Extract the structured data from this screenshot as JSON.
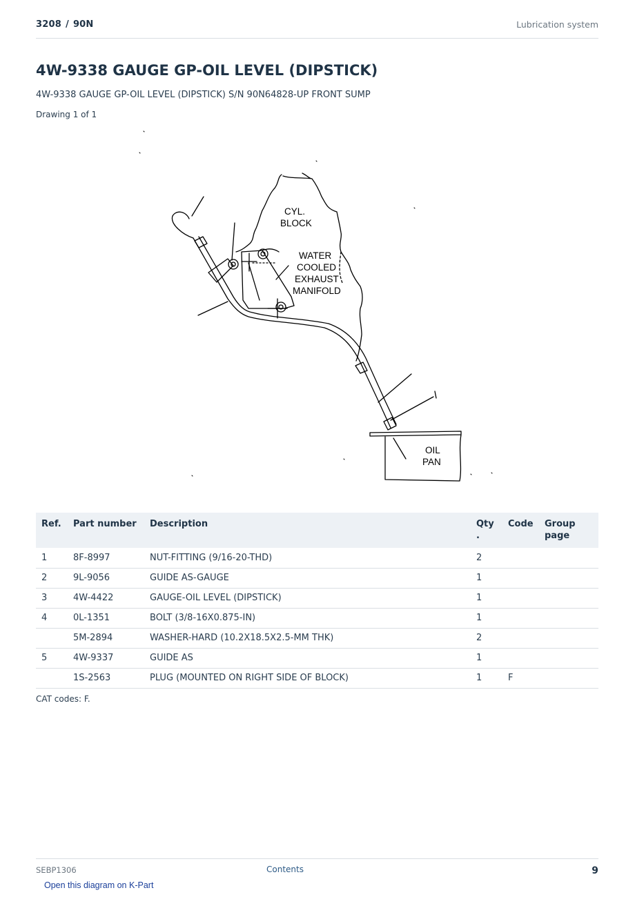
{
  "header": {
    "model": "3208",
    "serial_prefix": "90N",
    "separator": "/",
    "section": "Lubrication system"
  },
  "title": "4W-9338 GAUGE GP-OIL LEVEL (DIPSTICK)",
  "subtitle": "4W-9338 GAUGE GP-OIL LEVEL (DIPSTICK) S/N 90N64828-UP FRONT SUMP",
  "drawing_count": "Drawing 1 of 1",
  "diagram": {
    "labels": {
      "cyl_block_line1": "CYL.",
      "cyl_block_line2": "BLOCK",
      "manifold_line1": "WATER",
      "manifold_line2": "COOLED",
      "manifold_line3": "EXHAUST",
      "manifold_line4": "MANIFOLD",
      "oil_pan_line1": "OIL",
      "oil_pan_line2": "PAN"
    }
  },
  "parts_table": {
    "headers": {
      "ref": "Ref.",
      "part_number": "Part number",
      "description": "Description",
      "qty_line1": "Qty",
      "qty_line2": ".",
      "code": "Code",
      "group_page_line1": "Group",
      "group_page_line2": "page"
    },
    "rows": [
      {
        "ref": "1",
        "part_number": "8F-8997",
        "description": "NUT-FITTING (9/16-20-THD)",
        "qty": "2",
        "code": "",
        "group_page": ""
      },
      {
        "ref": "2",
        "part_number": "9L-9056",
        "description": "GUIDE AS-GAUGE",
        "qty": "1",
        "code": "",
        "group_page": ""
      },
      {
        "ref": "3",
        "part_number": "4W-4422",
        "description": "GAUGE-OIL LEVEL (DIPSTICK)",
        "qty": "1",
        "code": "",
        "group_page": ""
      },
      {
        "ref": "4",
        "part_number": "0L-1351",
        "description": "BOLT (3/8-16X0.875-IN)",
        "qty": "1",
        "code": "",
        "group_page": ""
      },
      {
        "ref": "",
        "part_number": "5M-2894",
        "description": "WASHER-HARD (10.2X18.5X2.5-MM THK)",
        "qty": "2",
        "code": "",
        "group_page": ""
      },
      {
        "ref": "5",
        "part_number": "4W-9337",
        "description": "GUIDE AS",
        "qty": "1",
        "code": "",
        "group_page": ""
      },
      {
        "ref": "",
        "part_number": "1S-2563",
        "description": "PLUG (MOUNTED ON RIGHT SIDE OF BLOCK)",
        "qty": "1",
        "code": "F",
        "group_page": ""
      }
    ]
  },
  "cat_codes": "CAT codes: F.",
  "footer": {
    "doc_id": "SEBP1306",
    "contents_link": "Contents",
    "page_number": "9",
    "kpart_link": "Open this diagram on K-Part"
  }
}
